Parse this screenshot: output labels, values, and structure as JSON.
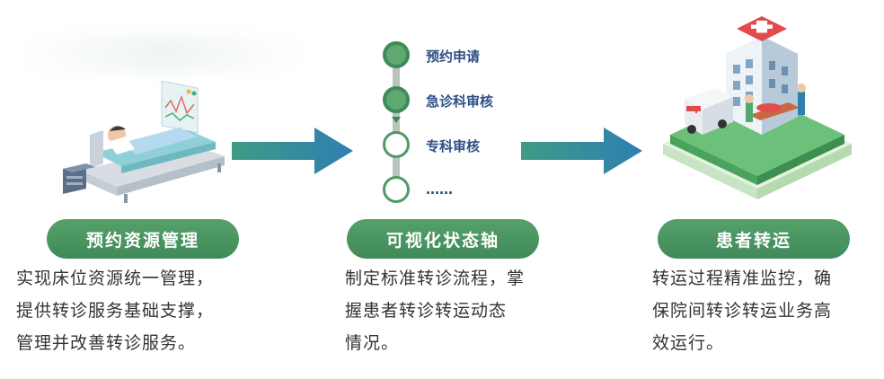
{
  "columns": [
    {
      "title": "预约资源管理",
      "lines": [
        "实现床位资源统一管理，",
        "提供转诊服务基础支撑，",
        "管理并改善转诊服务。"
      ]
    },
    {
      "title": "可视化状态轴",
      "lines": [
        "制定标准转诊流程，掌",
        "握患者转诊转运动态",
        "情况。"
      ]
    },
    {
      "title": "患者转运",
      "lines": [
        "转运过程精准监控，确",
        "保院间转诊转运业务高",
        "效运行。"
      ]
    }
  ],
  "timeline": {
    "steps": [
      {
        "label": "预约申请",
        "state": "done"
      },
      {
        "label": "急诊科审核",
        "state": "done"
      },
      {
        "label": "专科审核",
        "state": "pending"
      },
      {
        "label": "……",
        "state": "pending"
      }
    ]
  },
  "colors": {
    "pill": "#4a9461",
    "arrow": "#2f7fb0",
    "step_text": "#2e4f86"
  }
}
